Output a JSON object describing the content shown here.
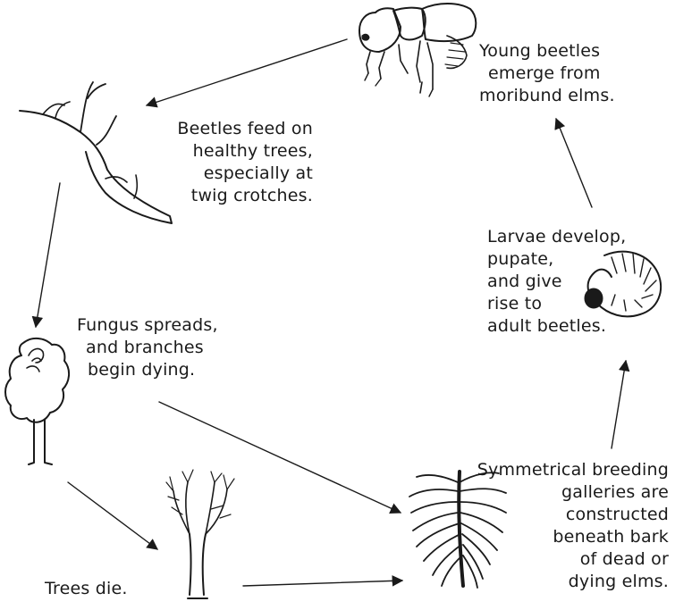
{
  "stages": {
    "young_beetles": {
      "lines": [
        "Young beetles",
        "emerge from",
        "moribund elms."
      ]
    },
    "beetles_feed": {
      "lines": [
        "Beetles feed on",
        "healthy trees,",
        "especially at",
        "twig crotches."
      ]
    },
    "fungus_spreads": {
      "lines": [
        "Fungus spreads,",
        "and branches",
        "begin dying."
      ]
    },
    "trees_die": {
      "lines": [
        "Trees die."
      ]
    },
    "breeding_galleries": {
      "lines": [
        "Symmetrical breeding",
        "galleries are",
        "constructed",
        "beneath bark",
        "of dead or",
        "dying elms."
      ]
    },
    "larvae_develop": {
      "lines": [
        "Larvae develop,",
        "pupate,",
        "and give",
        "rise to",
        "adult beetles."
      ]
    }
  },
  "colors": {
    "ink": "#1a1a1a",
    "background": "#ffffff"
  }
}
